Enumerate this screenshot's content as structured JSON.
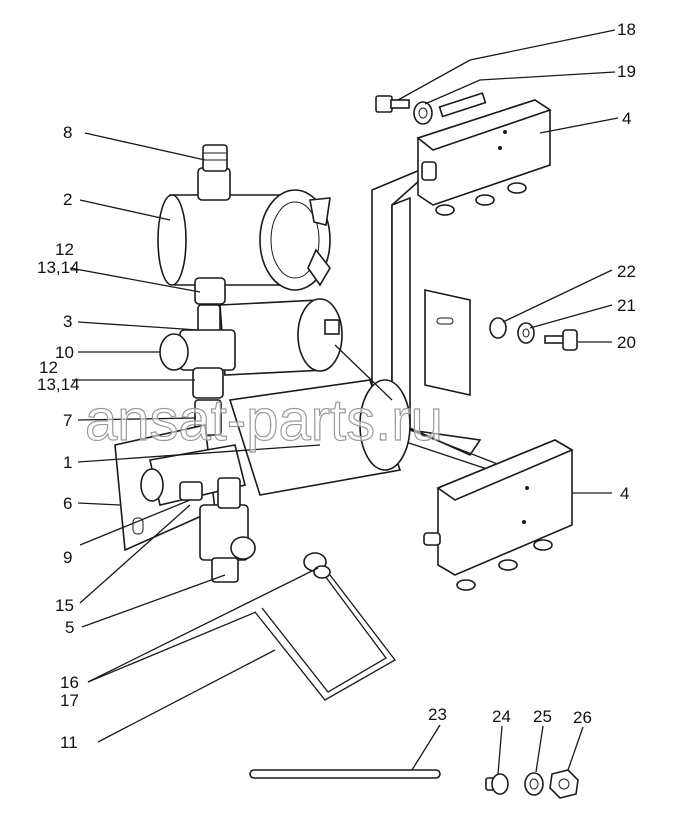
{
  "watermark": "ansat-parts.ru",
  "callouts": {
    "c1": "1",
    "c2": "2",
    "c3": "3",
    "c4a": "4",
    "c4b": "4",
    "c5": "5",
    "c6": "6",
    "c7": "7",
    "c8": "8",
    "c9": "9",
    "c10": "10",
    "c11": "11",
    "c12a": "12",
    "c1314a": "13,14",
    "c12b": "12",
    "c1314b": "13,14",
    "c15": "15",
    "c16": "16",
    "c17": "17",
    "c18": "18",
    "c19": "19",
    "c20": "20",
    "c21": "21",
    "c22": "22",
    "c23": "23",
    "c24": "24",
    "c25": "25",
    "c26": "26"
  }
}
